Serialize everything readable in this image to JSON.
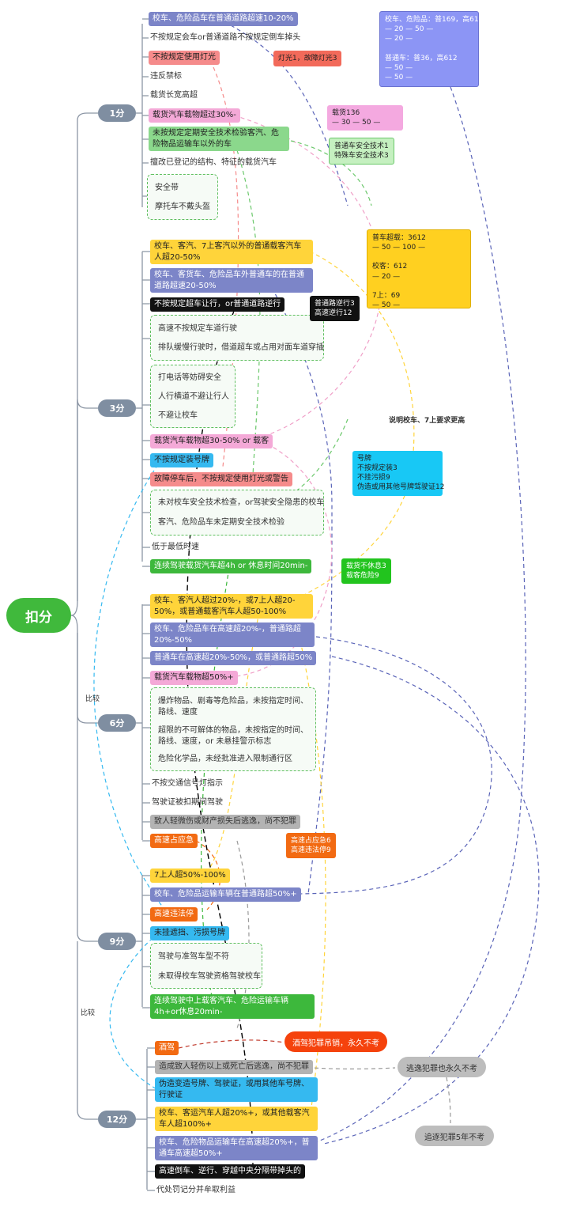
{
  "root": "扣分",
  "categories": {
    "c1": "1分",
    "c3": "3分",
    "c6": "6分",
    "c9": "9分",
    "c12": "12分"
  },
  "side_labels": {
    "compare1": "比较",
    "compare2": "比较",
    "explain": "说明校车、7上要求更高"
  },
  "items_1": [
    "校车、危险品车在普通道路超速10-20%",
    "不按规定会车or普通道路不按规定倒车掉头",
    "不按规定使用灯光",
    "违反禁标",
    "载货长宽高超",
    "载货汽车载物超过30%-",
    "未按规定定期安全技术检验客汽、危险物品运输车以外的车",
    "擅改已登记的结构、特征的载货汽车",
    "安全带",
    "摩托车不戴头盔"
  ],
  "items_3": [
    "校车、客汽、7上客汽以外的普通载客汽车人超20-50%",
    "校车、客货车、危险品车外普通车的在普通道路超速20-50%",
    "不按规定超车让行，or普通道路逆行",
    "高速不按规定车道行驶",
    "排队缓慢行驶时，借道超车或占用对面车道穿插",
    "打电话等妨碍安全",
    "人行横道不避让行人",
    "不避让校车",
    "载货汽车载物超30-50% or 载客",
    "不按规定装号牌",
    "故障停车后，不按规定使用灯光或警告",
    "未对校车安全技术检查，or驾驶安全隐患的校车",
    "客汽、危险品车未定期安全技术检验",
    "低于最低时速",
    "连续驾驶载货汽车超4h or 休息时间20min-"
  ],
  "items_6": [
    "校车、客汽人超过20%-，或7上人超20-50%，或普通载客汽车人超50-100%",
    "校车、危险品车在高速超20%-，普通路超20%-50%",
    "普通车在高速超20%-50%，或普通路超50%",
    "载货汽车载物超50%+",
    "爆炸物品、剧毒等危险品，未按指定时间、路线、速度",
    "超限的不可解体的物品，未按指定的时间、路线、速度，or 未悬挂警示标志",
    "危险化学品，未经批准进入限制通行区",
    "不按交通信号灯指示",
    "驾驶证被扣期间驾驶",
    "致人轻微伤或财产损失后逃逸，尚不犯罪",
    "高速占应急"
  ],
  "items_9": [
    "7上人超50%-100%",
    "校车、危险品运输车辆在普通路超50%+",
    "高速违法停",
    "未挂遮挡、污损号牌",
    "驾驶与准驾车型不符",
    "未取得校车驾驶资格驾驶校车",
    "连续驾驶中上载客汽车、危险运输车辆4h+or休息20min-"
  ],
  "items_12": [
    "酒驾",
    "造成致人轻伤以上或死亡后逃逸，尚不犯罪",
    "伪造变造号牌、驾驶证，或用其他车号牌、行驶证",
    "校车、客运汽车人超20%+，或其他载客汽车人超100%+",
    "校车、危险物品运输车在高速超20%+，普通车高速超50%+",
    "高速倒车、逆行、穿越中央分隔带掉头的",
    "代处罚记分并牟取利益"
  ],
  "notes": {
    "light": "灯光1，故障灯光3",
    "speed_box": "校车、危险品：普169，高612\n— 20 — 50 —\n— 20 —\n\n普通车：普36，高612\n— 50 —\n— 50 —",
    "load": "载货136\n— 30 — 50 —",
    "tech": "普通车安全技术1\n特殊车安全技术3",
    "people": "普车超载：3612\n— 50 — 100 —\n\n校客：612\n— 20 —\n\n7上：69\n— 50 —",
    "reverse": "普通路逆行3\n高速逆行12",
    "plate": "号牌\n不按规定装3\n不挂污损9\n伪造或用其他号牌驾驶证12",
    "rest": "载货不休息3\n载客危险9",
    "highway": "高速占应急6\n高速违法停9"
  },
  "terminals": {
    "drunk": "酒驾犯罪吊销，永久不考",
    "escape": "逃逸犯罪也永久不考",
    "escape2": "追逐犯罪5年不考"
  }
}
